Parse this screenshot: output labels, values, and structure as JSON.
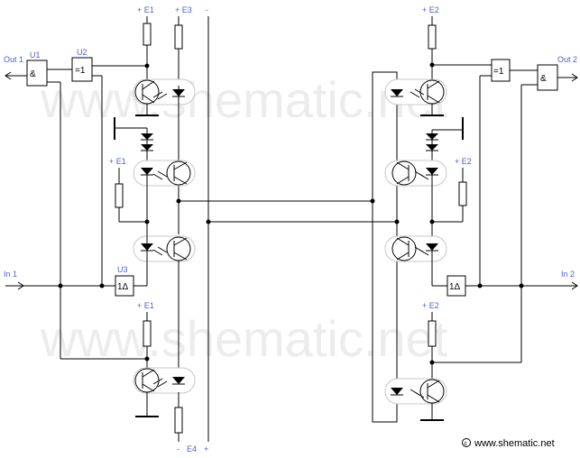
{
  "watermark": {
    "text_top": "www.shematic.net",
    "text_bottom": "www.shematic.net"
  },
  "credit": {
    "text": "www.shematic.net"
  },
  "supply_labels": {
    "e1_top": "+ E1",
    "e3_top": "+ E3",
    "minus_top": "-",
    "e1_opto2": "+ E1",
    "e1_lower": "+ E1",
    "e4_minus": "-",
    "e4_label": "E4",
    "e4_plus": "+",
    "e2_top": "+ E2",
    "e2_opto2": "+ E2",
    "e2_lower": "+ E2"
  },
  "terminals": {
    "out1": "Out 1",
    "out2": "Out 2",
    "in1": "In 1",
    "in2": "In 2"
  },
  "gates": {
    "u1_name": "U1",
    "u1_symbol": "&",
    "u2_name": "U2",
    "u2_symbol": "=1",
    "u3_name": "U3",
    "u3_symbol": "1Δ",
    "r_and_symbol": "&",
    "r_xor_symbol": "=1",
    "r_schmitt_symbol": "1Δ"
  }
}
